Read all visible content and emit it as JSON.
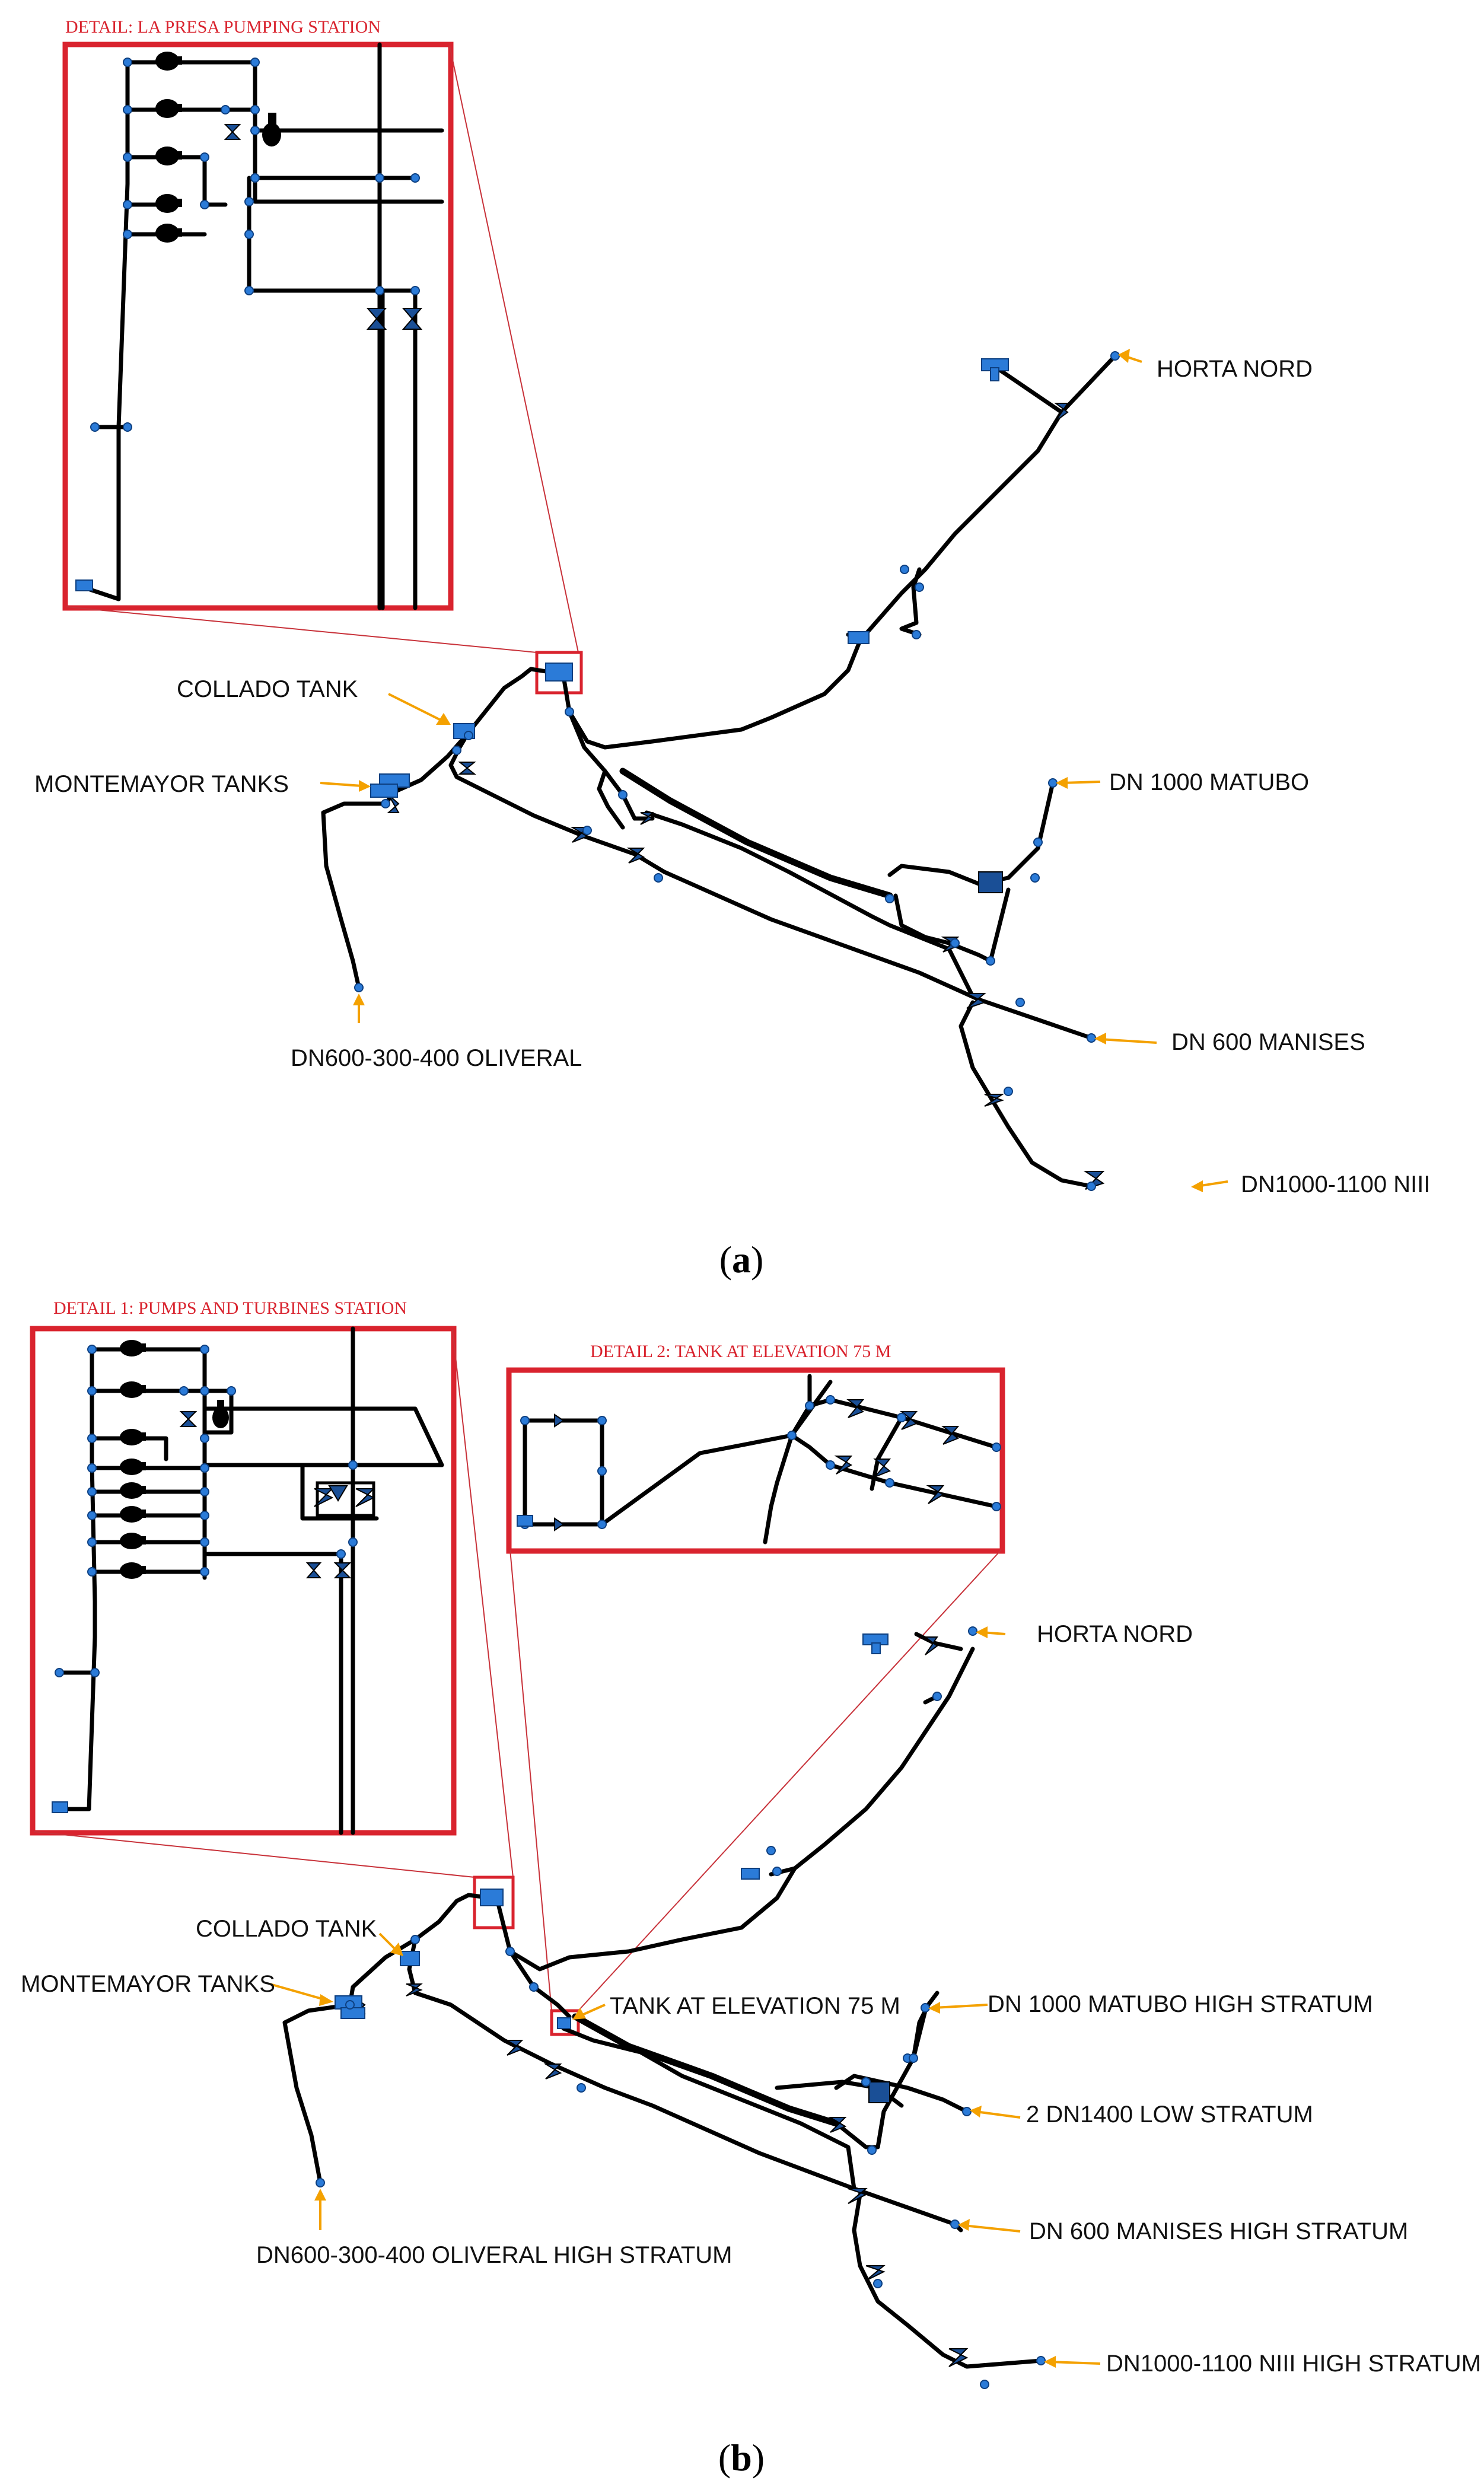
{
  "panel_a": {
    "caption_letter": "a",
    "detail_title": "DETAIL: LA PRESA PUMPING STATION",
    "labels": {
      "horta_nord": "HORTA NORD",
      "collado_tank": "COLLADO TANK",
      "montemayor_tanks": "MONTEMAYOR TANKS",
      "dn1000_matubo": "DN 1000 MATUBO",
      "oliveral": "DN600-300-400 OLIVERAL",
      "manises": "DN 600 MANISES",
      "niii": "DN1000-1100 NIII"
    }
  },
  "panel_b": {
    "caption_letter": "b",
    "detail1_title": "DETAIL 1: PUMPS AND TURBINES STATION",
    "detail2_title": "DETAIL 2: TANK AT ELEVATION 75 M",
    "labels": {
      "horta_nord": "HORTA NORD",
      "collado_tank": "COLLADO TANK",
      "montemayor_tanks": "MONTEMAYOR TANKS",
      "tank_75": "TANK AT ELEVATION 75 M",
      "matubo_high": "DN 1000 MATUBO HIGH STRATUM",
      "low_stratum": "2 DN1400 LOW STRATUM",
      "manises_high": "DN 600 MANISES HIGH STRATUM",
      "oliveral_high": "DN600-300-400 OLIVERAL HIGH STRATUM",
      "niii_high": "DN1000-1100 NIII HIGH STRATUM"
    }
  },
  "colors": {
    "detail_frame": "#d9232e",
    "node": "#2b7bd8",
    "arrow": "#f4a100",
    "pipe": "#000000"
  }
}
